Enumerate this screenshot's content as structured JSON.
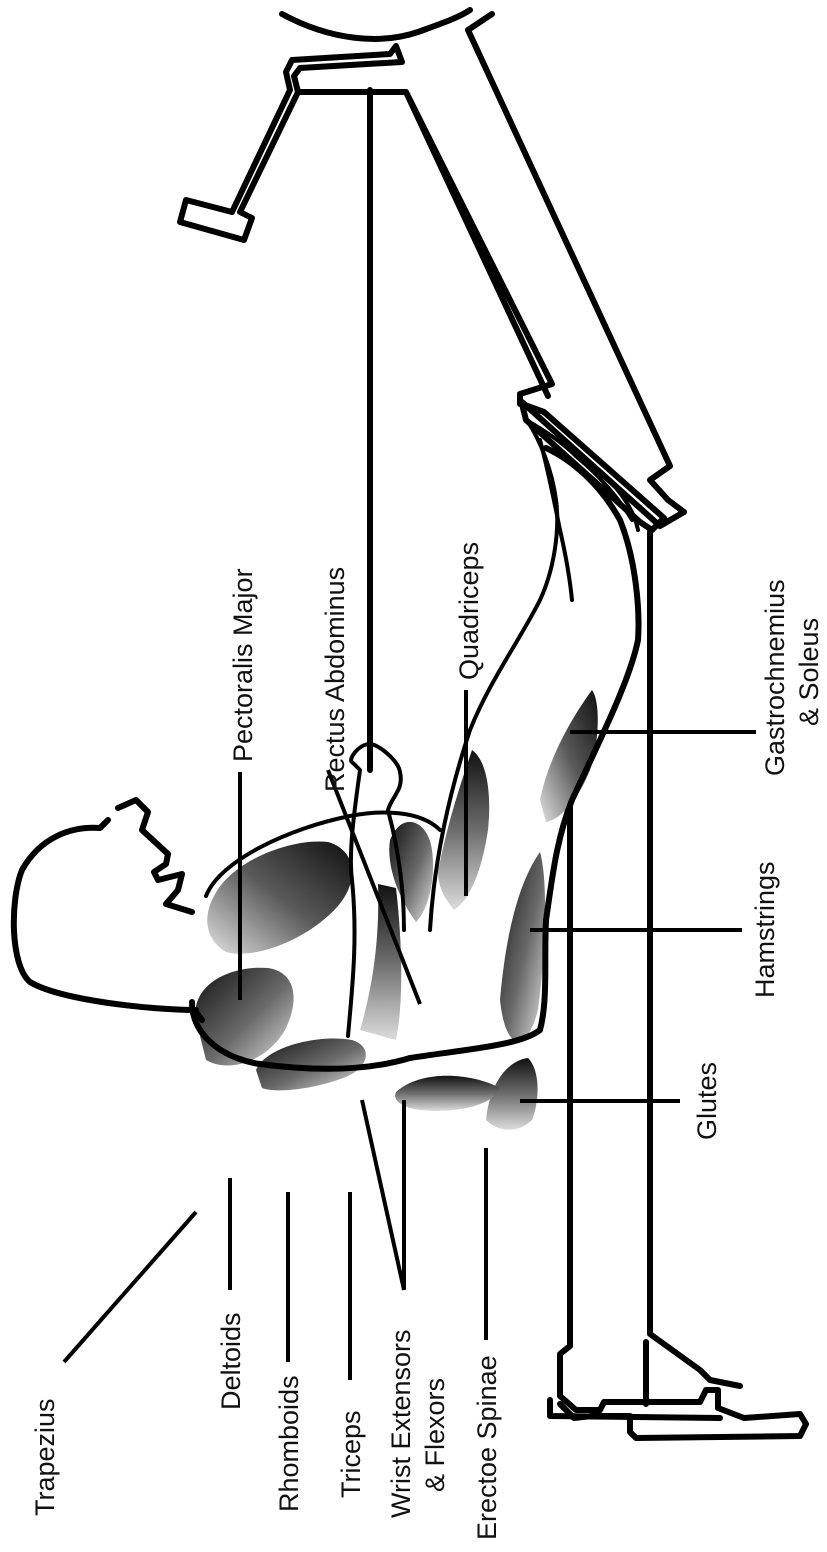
{
  "labels": {
    "trapezius": "Trapezius",
    "deltoids": "Deltoids",
    "rhomboids": "Rhomboids",
    "triceps": "Triceps",
    "wrist_line1": "Wrist Extensors",
    "wrist_line2": "& Flexors",
    "erectoe_spinae": "Erectoe Spinae",
    "glutes": "Glutes",
    "hamstrings": "Hamstrings",
    "gastroc_line1": "Gastrochnemius",
    "gastroc_line2": "& Soleus",
    "quadriceps": "Quadriceps",
    "rectus_abdominus": "Rectus Abdominus",
    "pectoralis_major": "Pectoralis Major"
  },
  "colors": {
    "outline": "#000000",
    "muscle_dark": "#1a1a1a",
    "muscle_light": "#d6d6d6",
    "background": "#ffffff"
  }
}
